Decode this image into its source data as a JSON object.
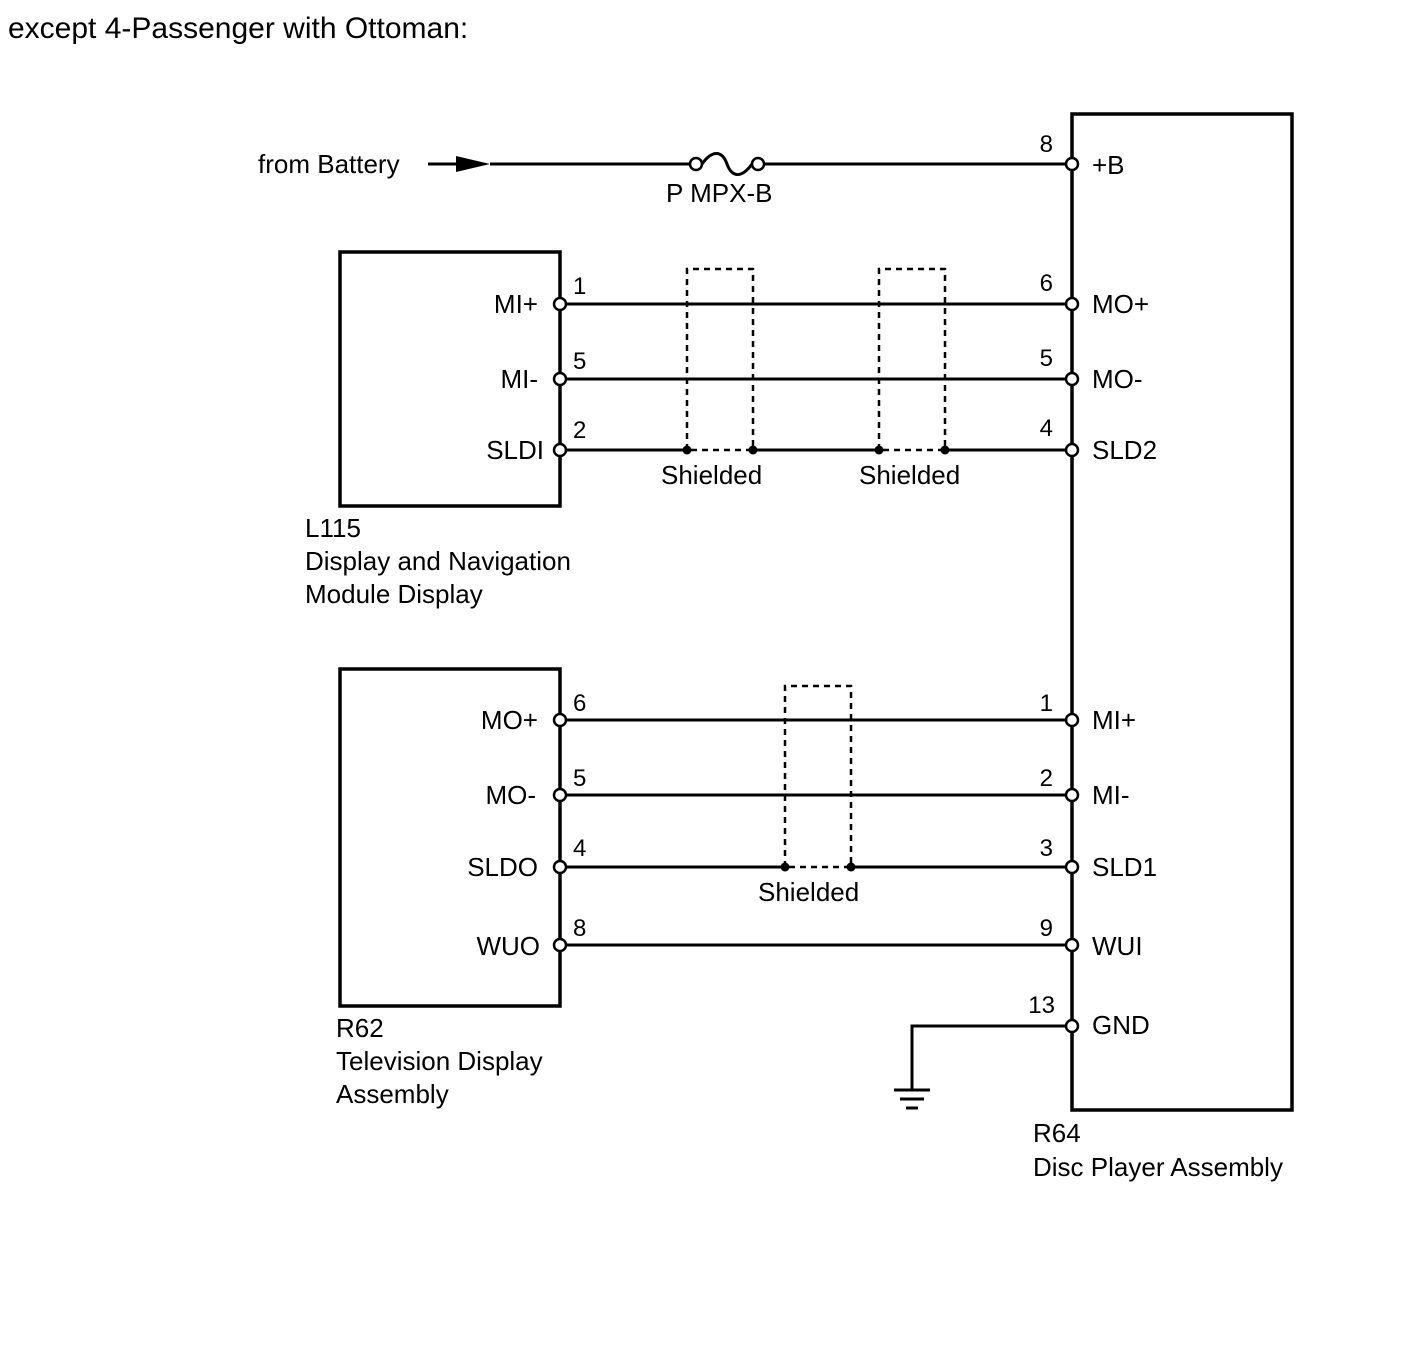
{
  "title": "except 4-Passenger with Ottoman:",
  "battery": {
    "label": "from Battery",
    "fuse": "P MPX-B"
  },
  "components": {
    "l115": {
      "code": "L115",
      "name_line1": "Display and Navigation",
      "name_line2": "Module Display"
    },
    "r62": {
      "code": "R62",
      "name_line1": "Television Display",
      "name_line2": "Assembly"
    },
    "r64": {
      "code": "R64",
      "name_line1": "Disc Player Assembly"
    }
  },
  "l115_pins": [
    {
      "num": "1",
      "name": "MI+"
    },
    {
      "num": "5",
      "name": "MI-"
    },
    {
      "num": "2",
      "name": "SLDI"
    }
  ],
  "r62_pins": [
    {
      "num": "6",
      "name": "MO+"
    },
    {
      "num": "5",
      "name": "MO-"
    },
    {
      "num": "4",
      "name": "SLDO"
    },
    {
      "num": "8",
      "name": "WUO"
    }
  ],
  "r64_pins": [
    {
      "num": "8",
      "name": "+B"
    },
    {
      "num": "6",
      "name": "MO+"
    },
    {
      "num": "5",
      "name": "MO-"
    },
    {
      "num": "4",
      "name": "SLD2"
    },
    {
      "num": "1",
      "name": "MI+"
    },
    {
      "num": "2",
      "name": "MI-"
    },
    {
      "num": "3",
      "name": "SLD1"
    },
    {
      "num": "9",
      "name": "WUI"
    },
    {
      "num": "13",
      "name": "GND"
    }
  ],
  "shields": [
    "Shielded",
    "Shielded",
    "Shielded"
  ]
}
